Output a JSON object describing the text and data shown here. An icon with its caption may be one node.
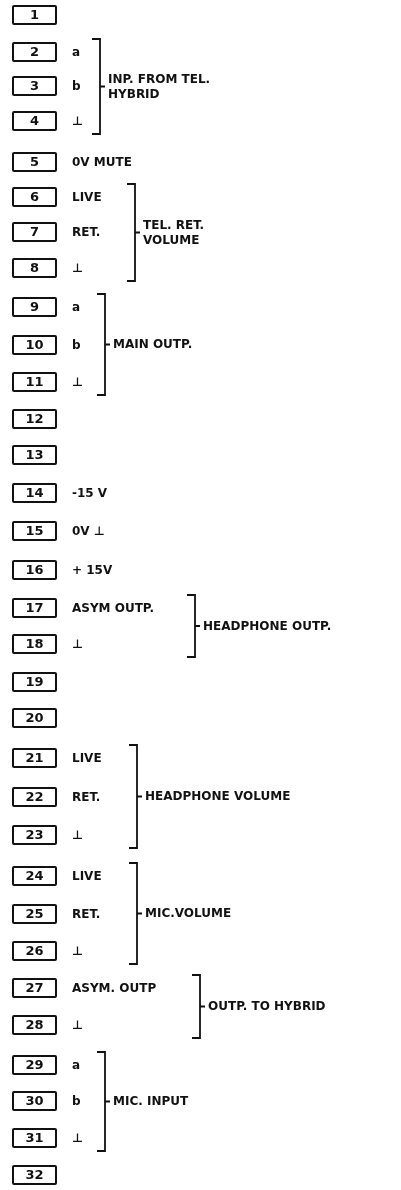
{
  "diagram": {
    "nodes": [
      {
        "text": [
          "1"
        ]
      },
      {
        "text": [
          "2"
        ],
        "beside": [
          "a"
        ]
      },
      {
        "text": [
          "3"
        ],
        "beside": [
          "b"
        ]
      },
      {
        "text": [
          "4"
        ],
        "beside": [
          "⊥"
        ]
      },
      {
        "text": [
          "5"
        ],
        "beside": [
          "0V MUTE"
        ]
      },
      {
        "text": [
          "6"
        ],
        "beside": [
          "LIVE"
        ]
      },
      {
        "text": [
          "7"
        ],
        "beside": [
          "RET."
        ]
      },
      {
        "text": [
          "8"
        ],
        "beside": [
          "⊥"
        ]
      },
      {
        "text": [
          "9"
        ],
        "beside": [
          "a"
        ]
      },
      {
        "text": [
          "10"
        ],
        "beside": [
          "b"
        ]
      },
      {
        "text": [
          "11"
        ],
        "beside": [
          "⊥"
        ]
      },
      {
        "text": [
          "12"
        ]
      },
      {
        "text": [
          "13"
        ]
      },
      {
        "text": [
          "14"
        ],
        "beside": [
          "-15 V"
        ]
      },
      {
        "text": [
          "15"
        ],
        "beside": [
          "0V ⊥"
        ]
      },
      {
        "text": [
          "16"
        ],
        "beside": [
          "+ 15V"
        ]
      },
      {
        "text": [
          "17"
        ],
        "beside": [
          "ASYM OUTP."
        ]
      },
      {
        "text": [
          "18"
        ],
        "beside": [
          "⊥"
        ]
      },
      {
        "text": [
          "19"
        ]
      },
      {
        "text": [
          "20"
        ]
      },
      {
        "text": [
          "21"
        ],
        "beside": [
          "LIVE"
        ]
      },
      {
        "text": [
          "22"
        ],
        "beside": [
          "RET."
        ]
      },
      {
        "text": [
          "23"
        ],
        "beside": [
          "⊥"
        ]
      },
      {
        "text": [
          "24"
        ],
        "beside": [
          "LIVE"
        ]
      },
      {
        "text": [
          "25"
        ],
        "beside": [
          "RET."
        ]
      },
      {
        "text": [
          "26"
        ],
        "beside": [
          "⊥"
        ]
      },
      {
        "text": [
          "27"
        ],
        "beside": [
          "ASYM. OUTP"
        ]
      },
      {
        "text": [
          "28"
        ],
        "beside": [
          "⊥"
        ]
      },
      {
        "text": [
          "29"
        ],
        "beside": [
          "a"
        ]
      },
      {
        "text": [
          "30"
        ],
        "beside": [
          "b"
        ]
      },
      {
        "text": [
          "31"
        ],
        "beside": [
          "⊥"
        ]
      },
      {
        "text": [
          "32"
        ]
      }
    ],
    "labels": [
      "INP. FROM TEL. HYBRID",
      "TEL. RET. VOLUME",
      "MAIN OUTP.",
      "HEADPHONE OUTP.",
      "HEADPHONE VOLUME",
      "MIC.VOLUME",
      "OUTP. TO HYBRID",
      "MIC. INPUT"
    ]
  }
}
